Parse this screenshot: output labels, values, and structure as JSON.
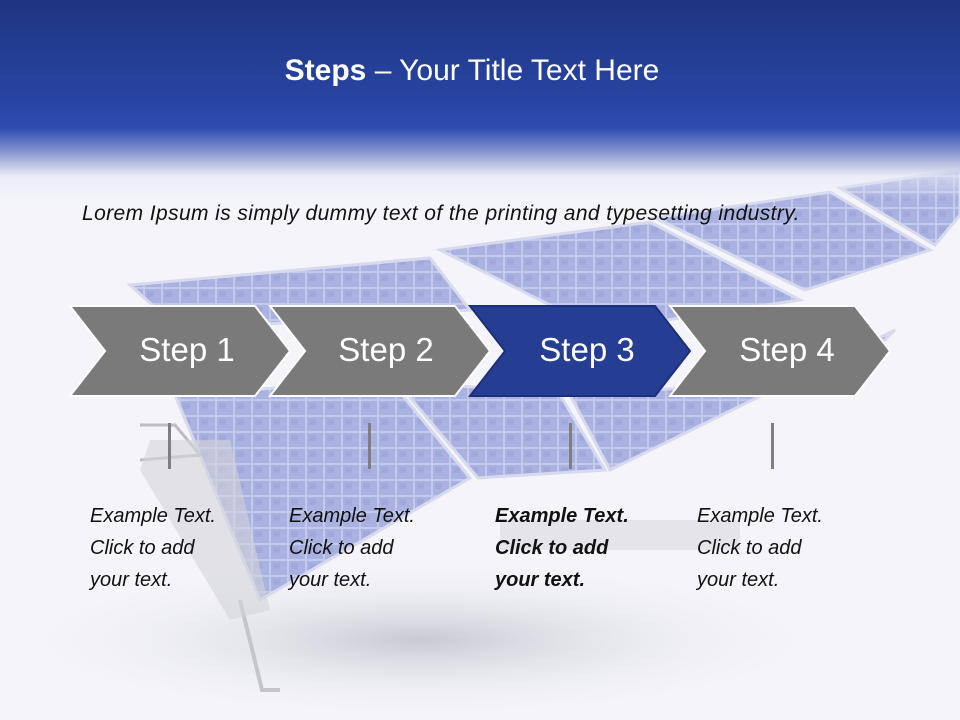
{
  "title": {
    "bold": "Steps",
    "rest": " – Your Title Text Here"
  },
  "intro": "Lorem Ipsum is simply dummy text of the printing and typesetting industry.",
  "colors": {
    "header": "#27439f",
    "step": "#7a7a7a",
    "step_active": "#263d94",
    "connector": "#7f7f7f"
  },
  "steps": [
    {
      "label": "Step 1",
      "active": false,
      "caption": [
        "Example Text.",
        "Click  to add",
        "your text."
      ]
    },
    {
      "label": "Step 2",
      "active": false,
      "caption": [
        "Example Text.",
        "Click  to add",
        "your text."
      ]
    },
    {
      "label": "Step 3",
      "active": true,
      "caption": [
        "Example Text.",
        "Click  to add",
        "your text."
      ]
    },
    {
      "label": "Step 4",
      "active": false,
      "caption": [
        "Example Text.",
        "Click  to add",
        "your text."
      ]
    }
  ]
}
